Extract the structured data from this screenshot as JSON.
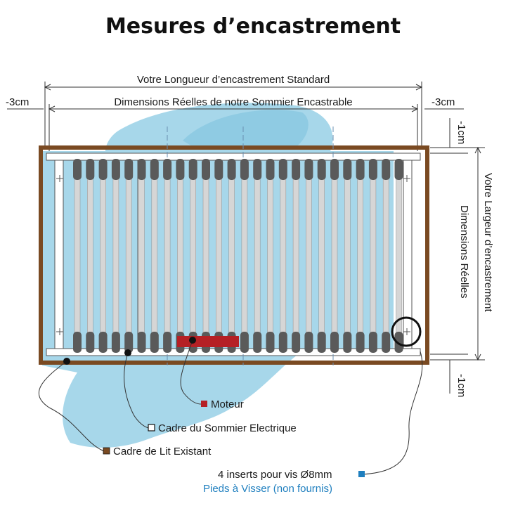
{
  "title": "Mesures d’encastrement",
  "dimensions": {
    "standard_length": "Votre Longueur d’encastrement Standard",
    "real_dimensions": "Dimensions Réelles de notre Sommier Encastrable",
    "left_offset": "-3cm",
    "right_offset": "-3cm",
    "top_offset": "-1cm",
    "bottom_offset": "-1cm",
    "standard_width": "Votre Largeur d’encastrement",
    "real_width": "Dimensions Réelles"
  },
  "legend": {
    "motor": "Moteur",
    "electric_frame": "Cadre du Sommier Electrique",
    "existing_frame": "Cadre de Lit Existant",
    "inserts": "4 inserts pour vis Ø8mm",
    "feet": "Pieds à Visser (non fournis)"
  },
  "colors": {
    "bed_frame": "#7a4a22",
    "motor": "#b52025",
    "insert_marker": "#1f7fbf",
    "background_splash": "#9dd3e8",
    "slat_cap": "#5a5a5a",
    "slat_body": "#d6d6d6"
  }
}
